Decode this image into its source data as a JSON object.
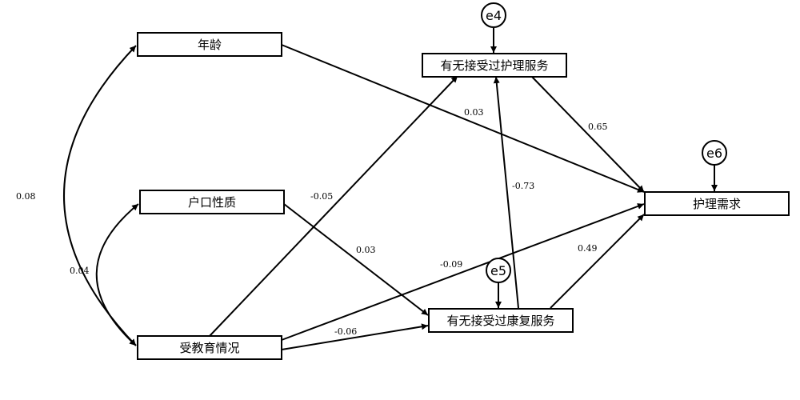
{
  "nodes": {
    "age": "年龄",
    "hukou": "户口性质",
    "education": "受教育情况",
    "nursing_service": "有无接受过护理服务",
    "rehab_service": "有无接受过康复服务",
    "nursing_need": "护理需求"
  },
  "errors": {
    "e4": "e4",
    "e5": "e5",
    "e6": "e6"
  },
  "coefficients": {
    "age_education_cov": "0.08",
    "hukou_education_cov": "0.04",
    "education_to_nursing_service": "-0.05",
    "age_to_nursing_need": "0.03",
    "hukou_to_rehab_service": "0.03",
    "education_to_nursing_need": "-0.09",
    "education_to_rehab_service": "-0.06",
    "rehab_to_nursing_service": "-0.73",
    "nursing_service_to_need": "0.65",
    "rehab_to_need": "0.49"
  }
}
